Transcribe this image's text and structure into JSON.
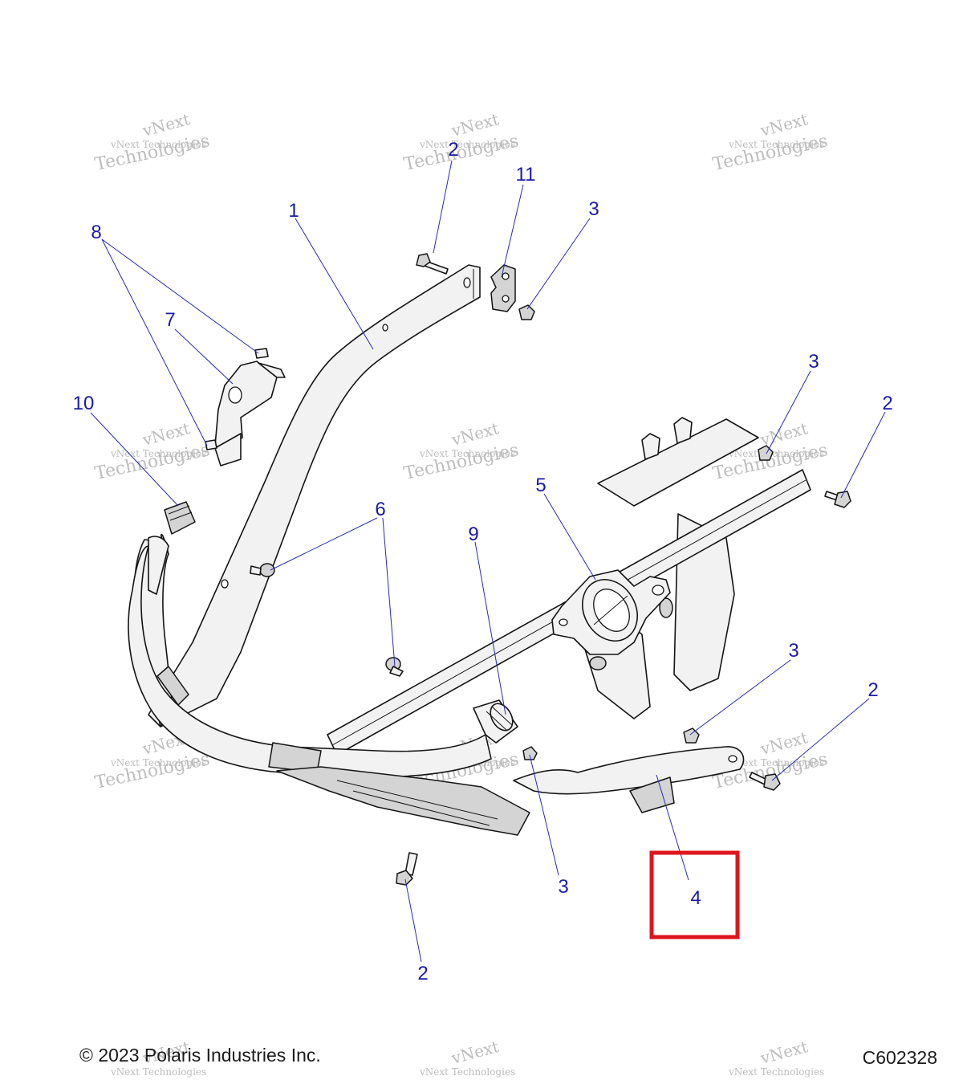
{
  "callouts": {
    "c1": "1",
    "c2a": "2",
    "c2b": "2",
    "c2c": "2",
    "c2d": "2",
    "c3a": "3",
    "c3b": "3",
    "c3c": "3",
    "c3d": "3",
    "c4": "4",
    "c5": "5",
    "c6": "6",
    "c7": "7",
    "c8": "8",
    "c9": "9",
    "c10": "10",
    "c11": "11"
  },
  "watermark": {
    "line1": "vNext",
    "line2": "vNext Technologies",
    "line3": "Technologies"
  },
  "footer": {
    "copyright": "© 2023 Polaris Industries Inc.",
    "figure_code": "C602328"
  },
  "colors": {
    "callout_text": "#1a1aa8",
    "highlight_box": "#e0141c"
  }
}
